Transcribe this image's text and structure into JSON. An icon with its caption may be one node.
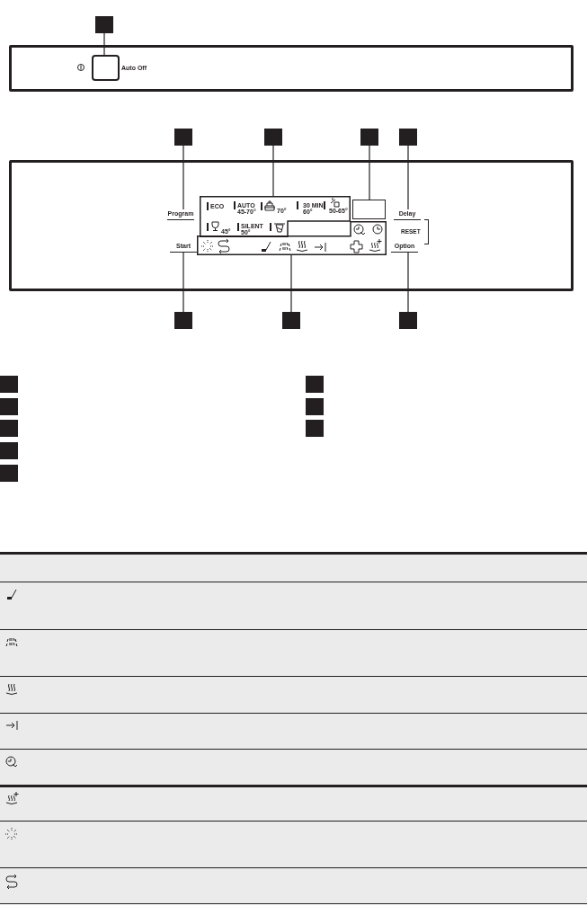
{
  "diagram": {
    "nodes": [
      {
        "text": [],
        "shape": "box"
      },
      {
        "text": [],
        "shape": "box",
        "beside": [
          "Auto Off"
        ]
      },
      {
        "text": [],
        "shape": "box"
      },
      {
        "text": [],
        "shape": "box"
      },
      {
        "text": [],
        "shape": "box"
      },
      {
        "text": [],
        "shape": "box"
      },
      {
        "text": [],
        "shape": "box"
      },
      {
        "text": [],
        "shape": "box"
      },
      {
        "text": [],
        "shape": "box"
      },
      {
        "text": [
          "Program"
        ]
      },
      {
        "text": [
          "Start"
        ]
      },
      {
        "text": [
          "ECO",
          "AUTO 45-70°",
          "70°",
          "30 MIN 60°",
          "50-65°",
          "45°",
          "SILENT 50°"
        ]
      },
      {
        "text": [],
        "shape": "box"
      },
      {
        "text": [],
        "shape": "box"
      },
      {
        "text": [
          "Delay"
        ]
      },
      {
        "text": [
          "Option"
        ]
      },
      {
        "text": [],
        "shape": "box"
      },
      {
        "text": [],
        "shape": "box"
      },
      {
        "text": [],
        "shape": "box"
      },
      {
        "text": [],
        "shape": "box"
      },
      {
        "text": [],
        "shape": "box"
      },
      {
        "text": [],
        "shape": "box"
      },
      {
        "text": [],
        "shape": "box"
      },
      {
        "text": [],
        "shape": "box"
      }
    ],
    "edges": [
      {
        "from": 0,
        "to": 1,
        "arrow": "none"
      },
      {
        "from": 2,
        "to": 9,
        "arrow": "none"
      },
      {
        "from": 3,
        "to": 11,
        "arrow": "none"
      },
      {
        "from": 4,
        "to": 12,
        "arrow": "none"
      },
      {
        "from": 5,
        "to": 14,
        "arrow": "none"
      },
      {
        "from": 6,
        "to": 10,
        "arrow": "none"
      },
      {
        "from": 7,
        "to": 13,
        "arrow": "none"
      },
      {
        "from": 8,
        "to": 15,
        "arrow": "none"
      }
    ],
    "labels": [
      "RESET"
    ]
  }
}
